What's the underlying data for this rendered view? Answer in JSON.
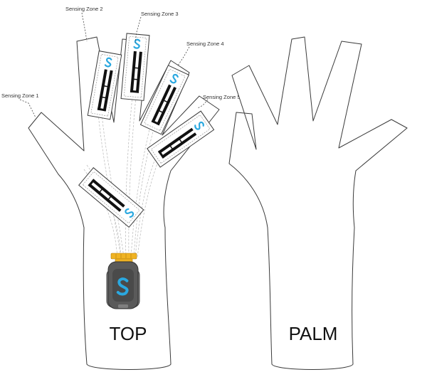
{
  "labels": {
    "zone1": "Sensing Zone 1",
    "zone2": "Sensing Zone 2",
    "zone3": "Sensing Zone 3",
    "zone4": "Sensing Zone 4",
    "zone5": "Sensing Zone 5",
    "top": "TOP",
    "palm": "PALM"
  },
  "colors": {
    "brand_blue": "#2aa8e0",
    "connector_gold": "#f0b323",
    "device_dark": "#555555",
    "device_light": "#8a8a8a"
  },
  "icons": {
    "sensor_logo": "s-logo-icon",
    "device": "sensor-module-icon"
  }
}
